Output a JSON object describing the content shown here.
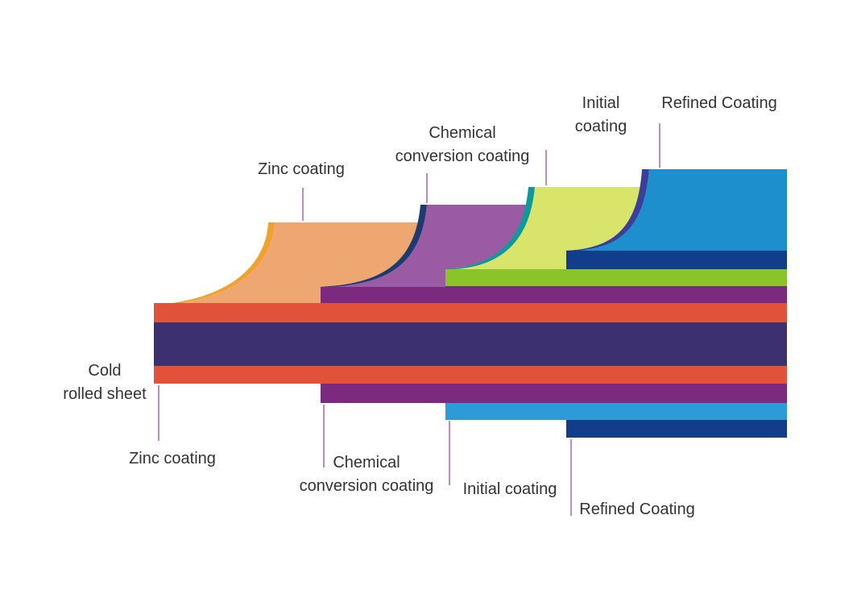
{
  "colors": {
    "steel_purple": "#3D3070",
    "zinc_red": "#E0533A",
    "zinc_top_face": "#EFA772",
    "zinc_top_edge": "#F0A22E",
    "chem_band": "#7B2A80",
    "chem_top_face": "#9A5AA4",
    "chem_top_edge": "#1E3A6E",
    "initial_top_band": "#8BC32A",
    "initial_top_face": "#D9E46A",
    "initial_top_edge": "#0F9A9A",
    "initial_bottom_band": "#2E9BD6",
    "refined_top_face": "#1C8FCC",
    "refined_top_edge": "#3A3F9A",
    "refined_band": "#123D8A",
    "leader_line": "#B070B8"
  },
  "labels": {
    "top": {
      "zinc": "Zinc coating",
      "chemical_line1": "Chemical",
      "chemical_line2": "conversion coating",
      "initial_line1": "Initial",
      "initial_line2": "coating",
      "refined": "Refined Coating"
    },
    "core": {
      "line1": "Cold",
      "line2": "rolled sheet"
    },
    "bottom": {
      "zinc": "Zinc coating",
      "chemical_line1": "Chemical",
      "chemical_line2": "conversion coating",
      "initial": "Initial coating",
      "refined": "Refined Coating"
    }
  }
}
